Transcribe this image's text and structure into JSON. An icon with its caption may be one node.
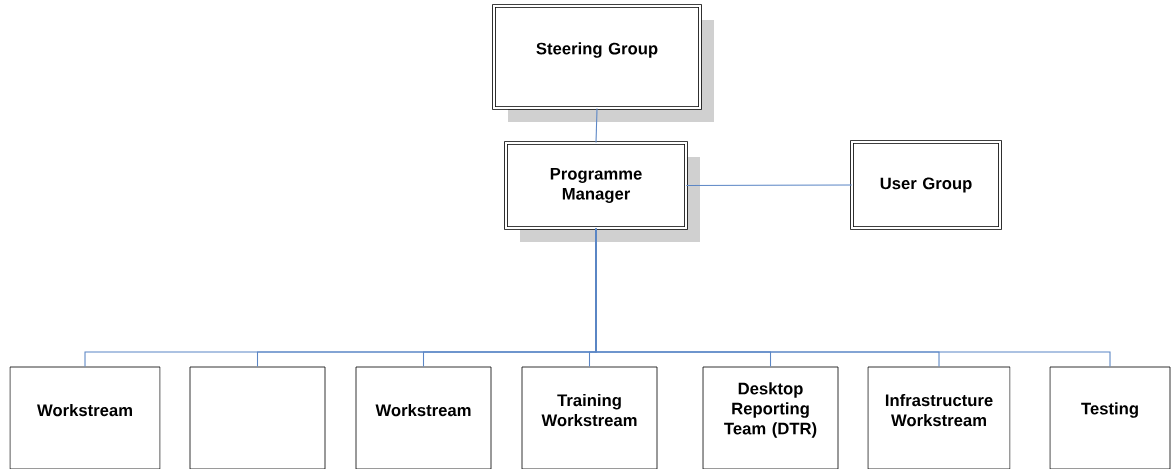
{
  "diagram": {
    "nodes": [
      {
        "text": [
          "Steering Group"
        ]
      },
      {
        "text": [
          "Programme Manager"
        ]
      },
      {
        "text": [
          "User Group"
        ]
      },
      {
        "text": [
          "Workstream"
        ]
      },
      {
        "text": [],
        "shape": "box"
      },
      {
        "text": [
          "Workstream"
        ]
      },
      {
        "text": [
          "Training Workstream"
        ]
      },
      {
        "text": [
          "Desktop Reporting Team (DTR)"
        ]
      },
      {
        "text": [
          "Infrastructure Workstream"
        ]
      },
      {
        "text": [
          "Testing"
        ]
      }
    ],
    "edges": [
      {
        "from": 0,
        "to": 1,
        "arrow": "none"
      },
      {
        "from": 1,
        "to": 2,
        "arrow": "none"
      },
      {
        "from": 1,
        "to": 3,
        "arrow": "none"
      },
      {
        "from": 1,
        "to": 4,
        "arrow": "none"
      },
      {
        "from": 1,
        "to": 5,
        "arrow": "none"
      },
      {
        "from": 1,
        "to": 6,
        "arrow": "none"
      },
      {
        "from": 1,
        "to": 7,
        "arrow": "none"
      },
      {
        "from": 1,
        "to": 8,
        "arrow": "none"
      },
      {
        "from": 1,
        "to": 9,
        "arrow": "none"
      }
    ]
  }
}
